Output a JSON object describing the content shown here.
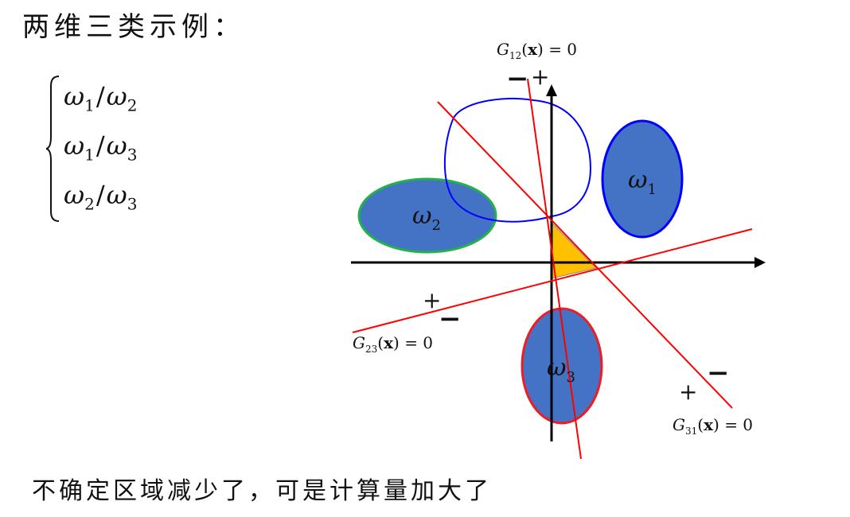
{
  "title": "两维三类示例：",
  "cases": [
    {
      "a": "ω",
      "a_sub": "1",
      "sep": "/",
      "b": "ω",
      "b_sub": "2"
    },
    {
      "a": "ω",
      "a_sub": "1",
      "sep": "/",
      "b": "ω",
      "b_sub": "3"
    },
    {
      "a": "ω",
      "a_sub": "2",
      "sep": "/",
      "b": "ω",
      "b_sub": "3"
    }
  ],
  "diagram": {
    "classes": [
      {
        "symbol": "ω",
        "sub": "1"
      },
      {
        "symbol": "ω",
        "sub": "2"
      },
      {
        "symbol": "ω",
        "sub": "3"
      }
    ],
    "boundaries": [
      {
        "name": "G",
        "sub": "12",
        "arg": "x",
        "rhs": "= 0"
      },
      {
        "name": "G",
        "sub": "23",
        "arg": "x",
        "rhs": "= 0"
      },
      {
        "name": "G",
        "sub": "31",
        "arg": "x",
        "rhs": "= 0"
      }
    ],
    "signs": {
      "plus": "+",
      "minus": "−"
    },
    "colors": {
      "class_fill": "#4472c4",
      "omega1_border": "#0000ff",
      "omega2_border": "#22b14c",
      "omega3_border": "#ee1c24",
      "boundary_line": "#ff0000",
      "freehand_loop": "#0000ff",
      "uncertain_region": "#ffc000",
      "axes": "#000000"
    }
  },
  "note": "不确定区域减少了，可是计算量加大了"
}
